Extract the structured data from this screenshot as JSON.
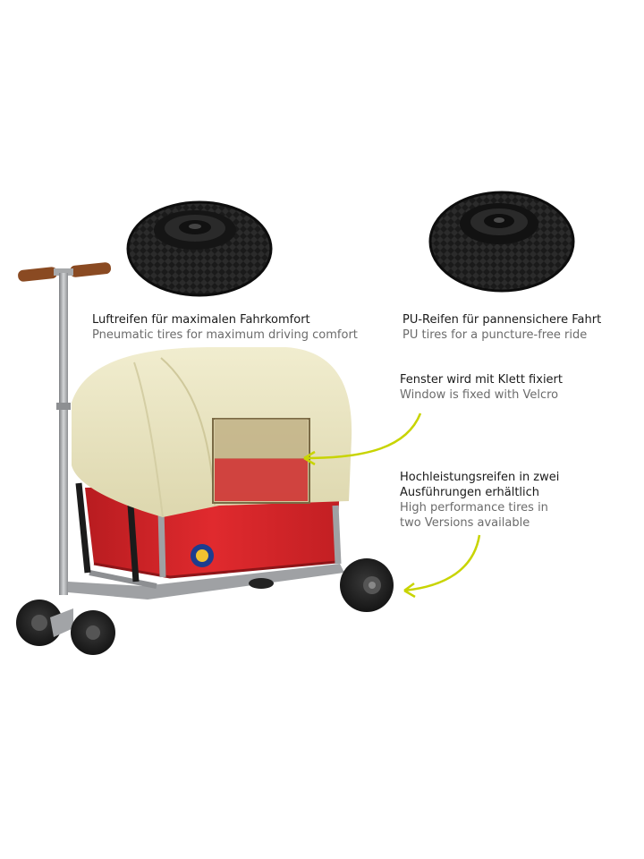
{
  "captions": {
    "pneumatic": {
      "de": "Luftreifen für maximalen Fahrkomfort",
      "en": "Pneumatic tires for maximum driving comfort"
    },
    "pu": {
      "de": "PU-Reifen für pannensichere Fahrt",
      "en": "PU tires for a puncture-free ride"
    },
    "window": {
      "de": "Fenster wird mit Klett fixiert",
      "en": "Window is fixed with Velcro"
    },
    "tires": {
      "de_line1": "Hochleistungsreifen in zwei",
      "de_line2": "Ausführungen erhältlich",
      "en_line1": "High performance tires in",
      "en_line2": "two Versions available"
    }
  },
  "colors": {
    "canopy": "#ebe6c3",
    "bag_red": "#d8262a",
    "frame_gray": "#a7a9ab",
    "tire_black": "#1c1c1c",
    "arrow_green": "#c8d400",
    "grip_brown": "#8a4a22"
  },
  "icons": [
    "pneumatic-tire-icon",
    "pu-tire-icon",
    "wagon-illustration",
    "arrow-icon"
  ]
}
